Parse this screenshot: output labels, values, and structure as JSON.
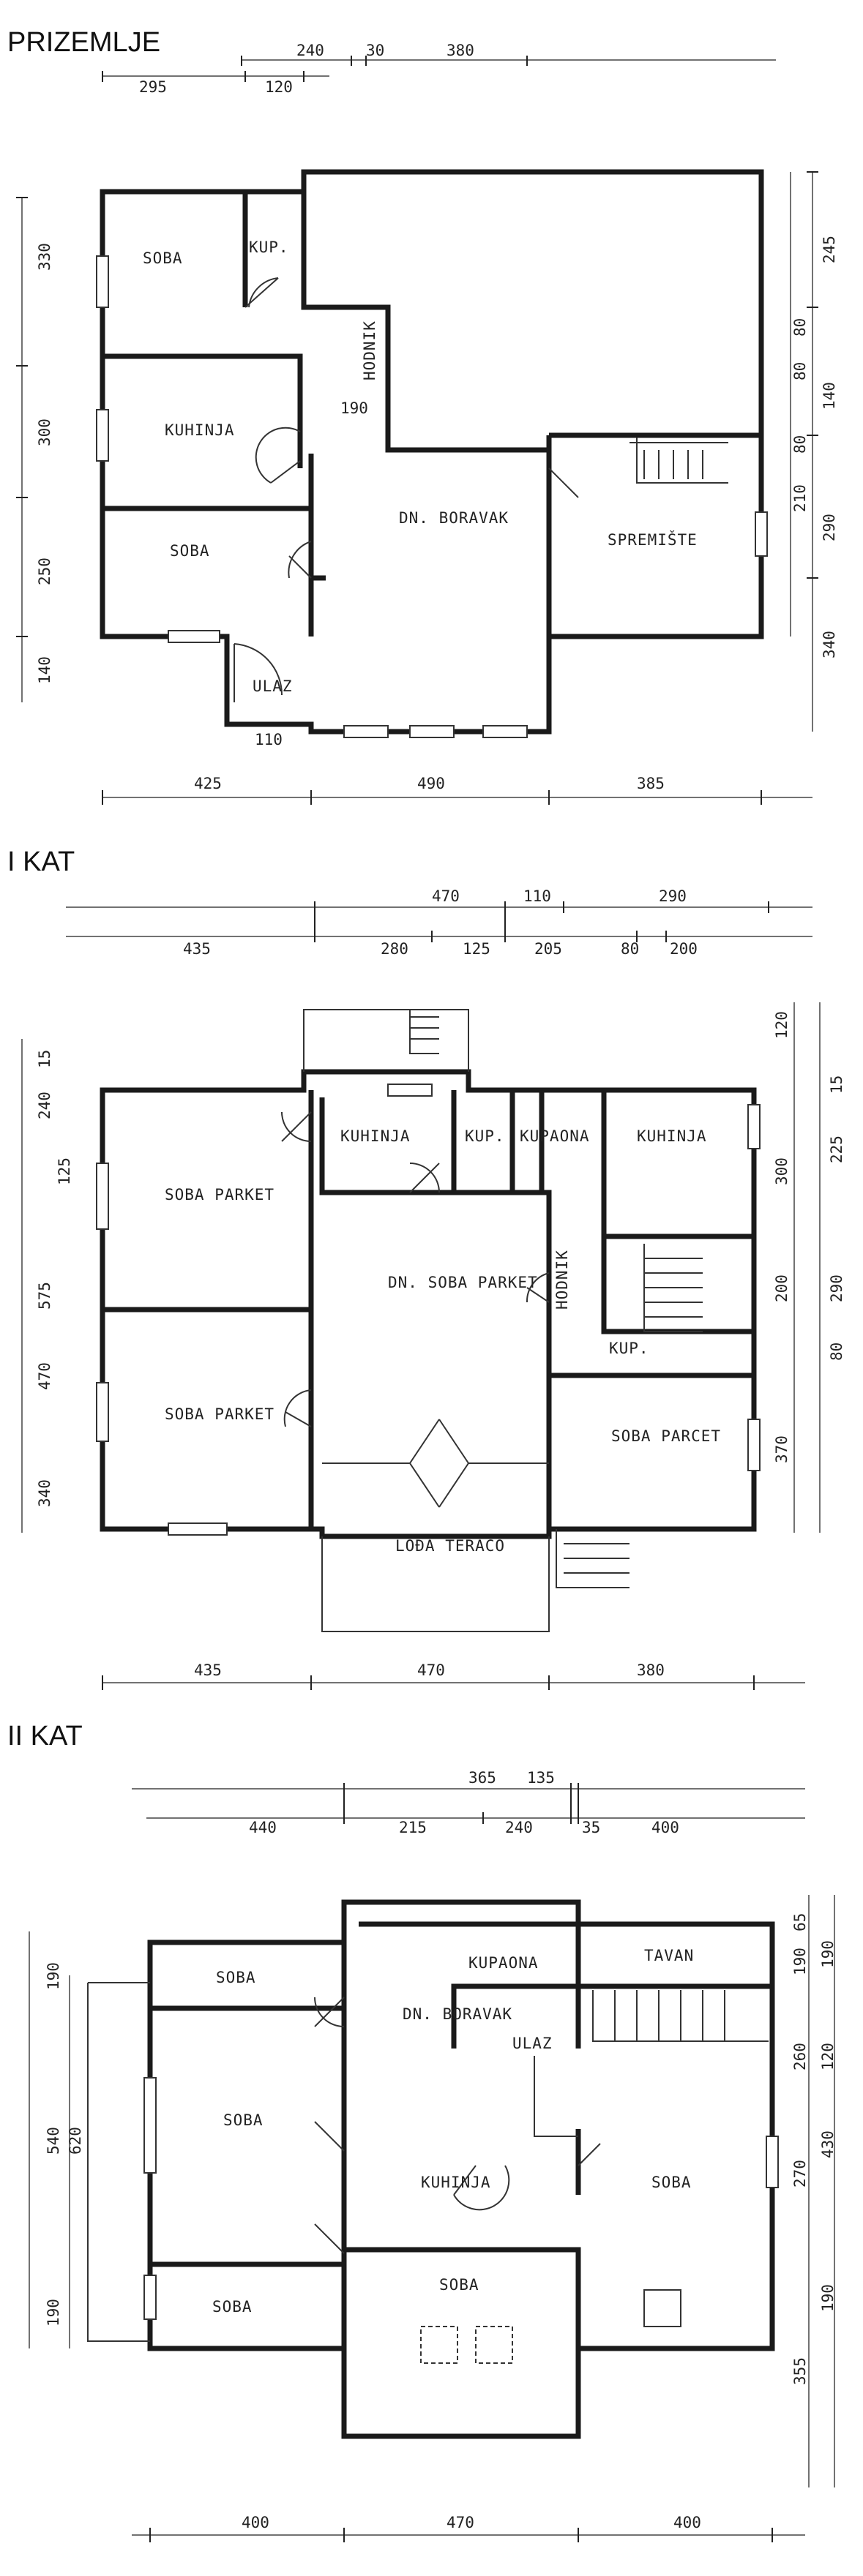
{
  "floors": [
    {
      "title": "PRIZEMLJE",
      "rooms": {
        "soba_top": "SOBA",
        "kup": "KUP.",
        "kuhinja": "KUHINJA",
        "hodnik": "HODNIK",
        "soba_mid": "SOBA",
        "dn_boravak": "DN. BORAVAK",
        "spremiste": "SPREMIŠTE",
        "ulaz": "ULAZ"
      },
      "dims_top_row1": [
        "240",
        "30",
        "380"
      ],
      "dims_top_row2": [
        "295",
        "120"
      ],
      "dims_left": [
        "330",
        "300",
        "250",
        "140"
      ],
      "dims_right_outer": [
        "245",
        "140",
        "290",
        "340"
      ],
      "dims_right_inner": [
        "80",
        "80",
        "80",
        "210"
      ],
      "dims_inner": [
        "110",
        "190"
      ],
      "dims_bottom": [
        "425",
        "490",
        "385"
      ]
    },
    {
      "title": "I KAT",
      "rooms": {
        "soba_parket_1": "SOBA PARKET",
        "kuhinja_1": "KUHINJA",
        "kup": "KUP.",
        "kupaona": "KUPAONA",
        "kuhinja_2": "KUHINJA",
        "dn_soba": "DN. SOBA PARKET",
        "hodnik": "HODNIK",
        "soba_parket_2": "SOBA PARKET",
        "soba_parcet": "SOBA PARCET",
        "loda": "LOĐA TERACO",
        "kup_small": "KUP."
      },
      "dims_top_row1": [
        "470",
        "110",
        "290"
      ],
      "dims_top_row2": [
        "435",
        "280",
        "125",
        "205",
        "80",
        "200"
      ],
      "dims_left": [
        "15",
        "240",
        "575",
        "470",
        "340"
      ],
      "dims_left_inner": [
        "125"
      ],
      "dims_right_outer": [
        "120",
        "300",
        "200",
        "370"
      ],
      "dims_right_inner": [
        "15",
        "225",
        "290",
        "80"
      ],
      "dims_bottom": [
        "435",
        "470",
        "380"
      ]
    },
    {
      "title": "II KAT",
      "rooms": {
        "soba_1": "SOBA",
        "kupaona": "KUPAONA",
        "tavan": "TAVAN",
        "dn_boravak": "DN. BORAVAK",
        "ulaz": "ULAZ",
        "soba_2": "SOBA",
        "kuhinja": "KUHINJA",
        "soba_3": "SOBA",
        "soba_4": "SOBA",
        "soba_5": "SOBA"
      },
      "dims_top_row1": [
        "365",
        "135"
      ],
      "dims_top_row2": [
        "440",
        "215",
        "240",
        "35",
        "400"
      ],
      "dims_left_outer": [
        "540"
      ],
      "dims_left_inner": [
        "190",
        "620",
        "190"
      ],
      "dims_right_outer": [
        "190",
        "120",
        "430",
        "190"
      ],
      "dims_right_inner": [
        "65",
        "190",
        "260",
        "270",
        "355"
      ],
      "dims_bottom": [
        "400",
        "470",
        "400"
      ]
    }
  ]
}
